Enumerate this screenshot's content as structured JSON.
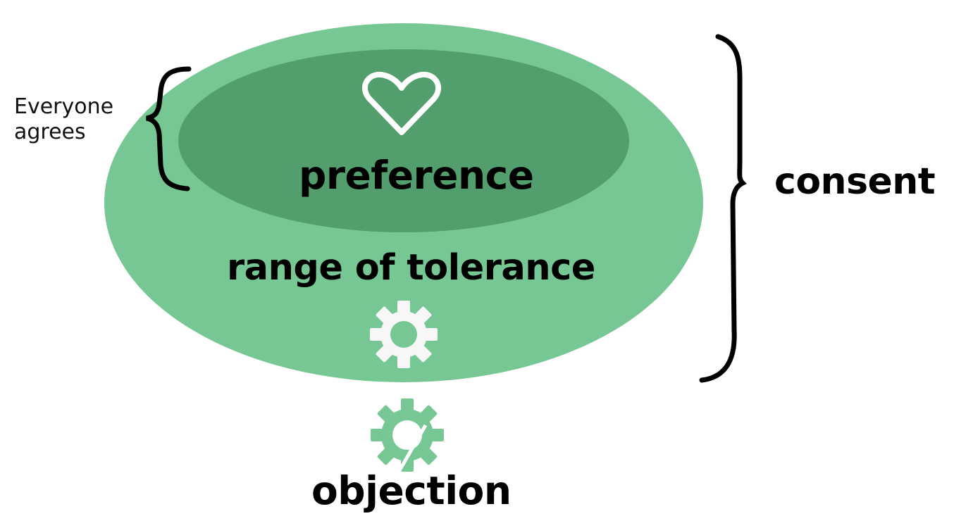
{
  "diagram": {
    "title": "Consent decision model",
    "colors": {
      "outer": "#76c794",
      "inner": "#529e6d",
      "text": "#000000",
      "icon_light": "#ffffff",
      "icon_objection": "#76c794"
    },
    "regions": {
      "preference": {
        "label": "preference",
        "icon": "heart-icon"
      },
      "range_of_tolerance": {
        "label": "range of tolerance",
        "icon": "gear-icon"
      },
      "objection": {
        "label": "objection",
        "icon": "broken-gear-icon"
      }
    },
    "brackets": {
      "everyone_agrees": {
        "line1": "Everyone",
        "line2": "agrees"
      },
      "consent": {
        "label": "consent"
      }
    }
  }
}
